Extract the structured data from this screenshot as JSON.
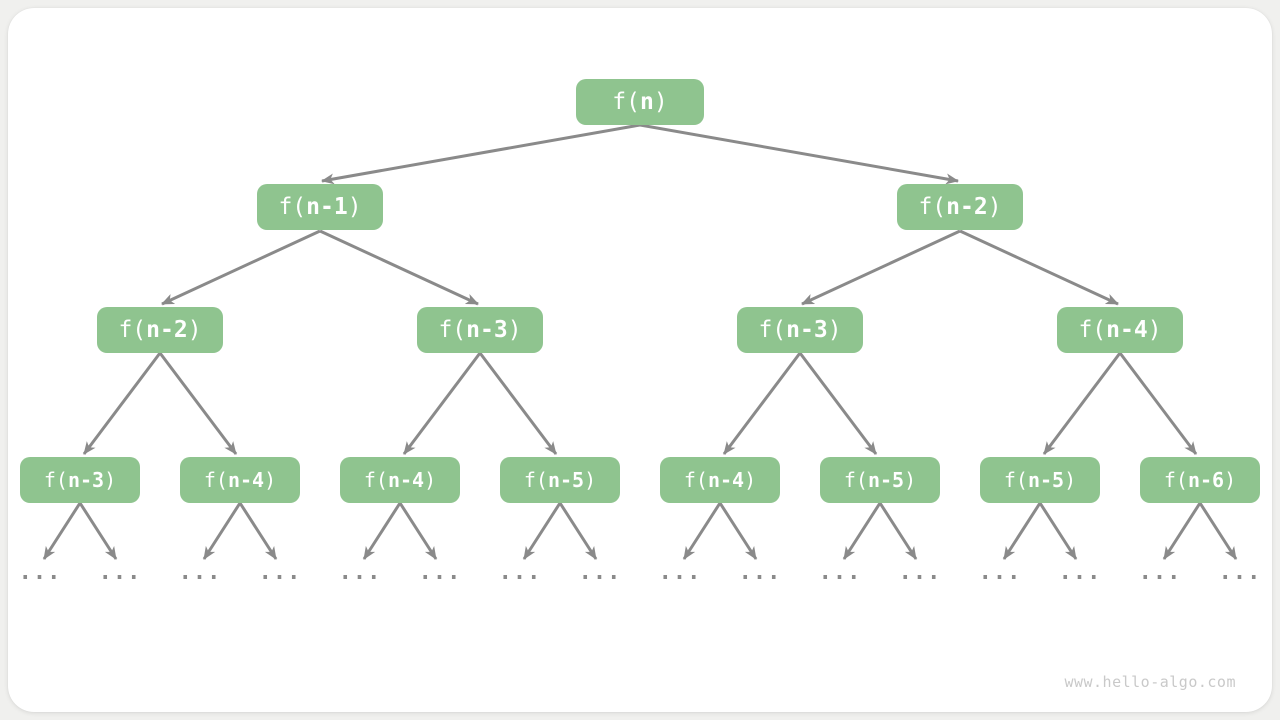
{
  "diagram": {
    "title_hint": "recursion-tree",
    "ellipsis": "...",
    "nodes": [
      {
        "level": 1,
        "prefix": "f(",
        "arg": "n",
        "suffix": ")"
      },
      {
        "level": 2,
        "prefix": "f(",
        "arg": "n-1",
        "suffix": ")"
      },
      {
        "level": 2,
        "prefix": "f(",
        "arg": "n-2",
        "suffix": ")"
      },
      {
        "level": 3,
        "prefix": "f(",
        "arg": "n-2",
        "suffix": ")"
      },
      {
        "level": 3,
        "prefix": "f(",
        "arg": "n-3",
        "suffix": ")"
      },
      {
        "level": 3,
        "prefix": "f(",
        "arg": "n-3",
        "suffix": ")"
      },
      {
        "level": 3,
        "prefix": "f(",
        "arg": "n-4",
        "suffix": ")"
      },
      {
        "level": 4,
        "prefix": "f(",
        "arg": "n-3",
        "suffix": ")"
      },
      {
        "level": 4,
        "prefix": "f(",
        "arg": "n-4",
        "suffix": ")"
      },
      {
        "level": 4,
        "prefix": "f(",
        "arg": "n-4",
        "suffix": ")"
      },
      {
        "level": 4,
        "prefix": "f(",
        "arg": "n-5",
        "suffix": ")"
      },
      {
        "level": 4,
        "prefix": "f(",
        "arg": "n-4",
        "suffix": ")"
      },
      {
        "level": 4,
        "prefix": "f(",
        "arg": "n-5",
        "suffix": ")"
      },
      {
        "level": 4,
        "prefix": "f(",
        "arg": "n-5",
        "suffix": ")"
      },
      {
        "level": 4,
        "prefix": "f(",
        "arg": "n-6",
        "suffix": ")"
      }
    ]
  },
  "watermark": {
    "text": "www.hello-algo.com"
  },
  "colors": {
    "page_bg": "#f0f0ee",
    "card_bg": "#ffffff",
    "node_bg": "#8fc48f",
    "node_text": "#ffffff",
    "arrow": "#8a8a8a",
    "watermark": "#c9c9c9"
  }
}
